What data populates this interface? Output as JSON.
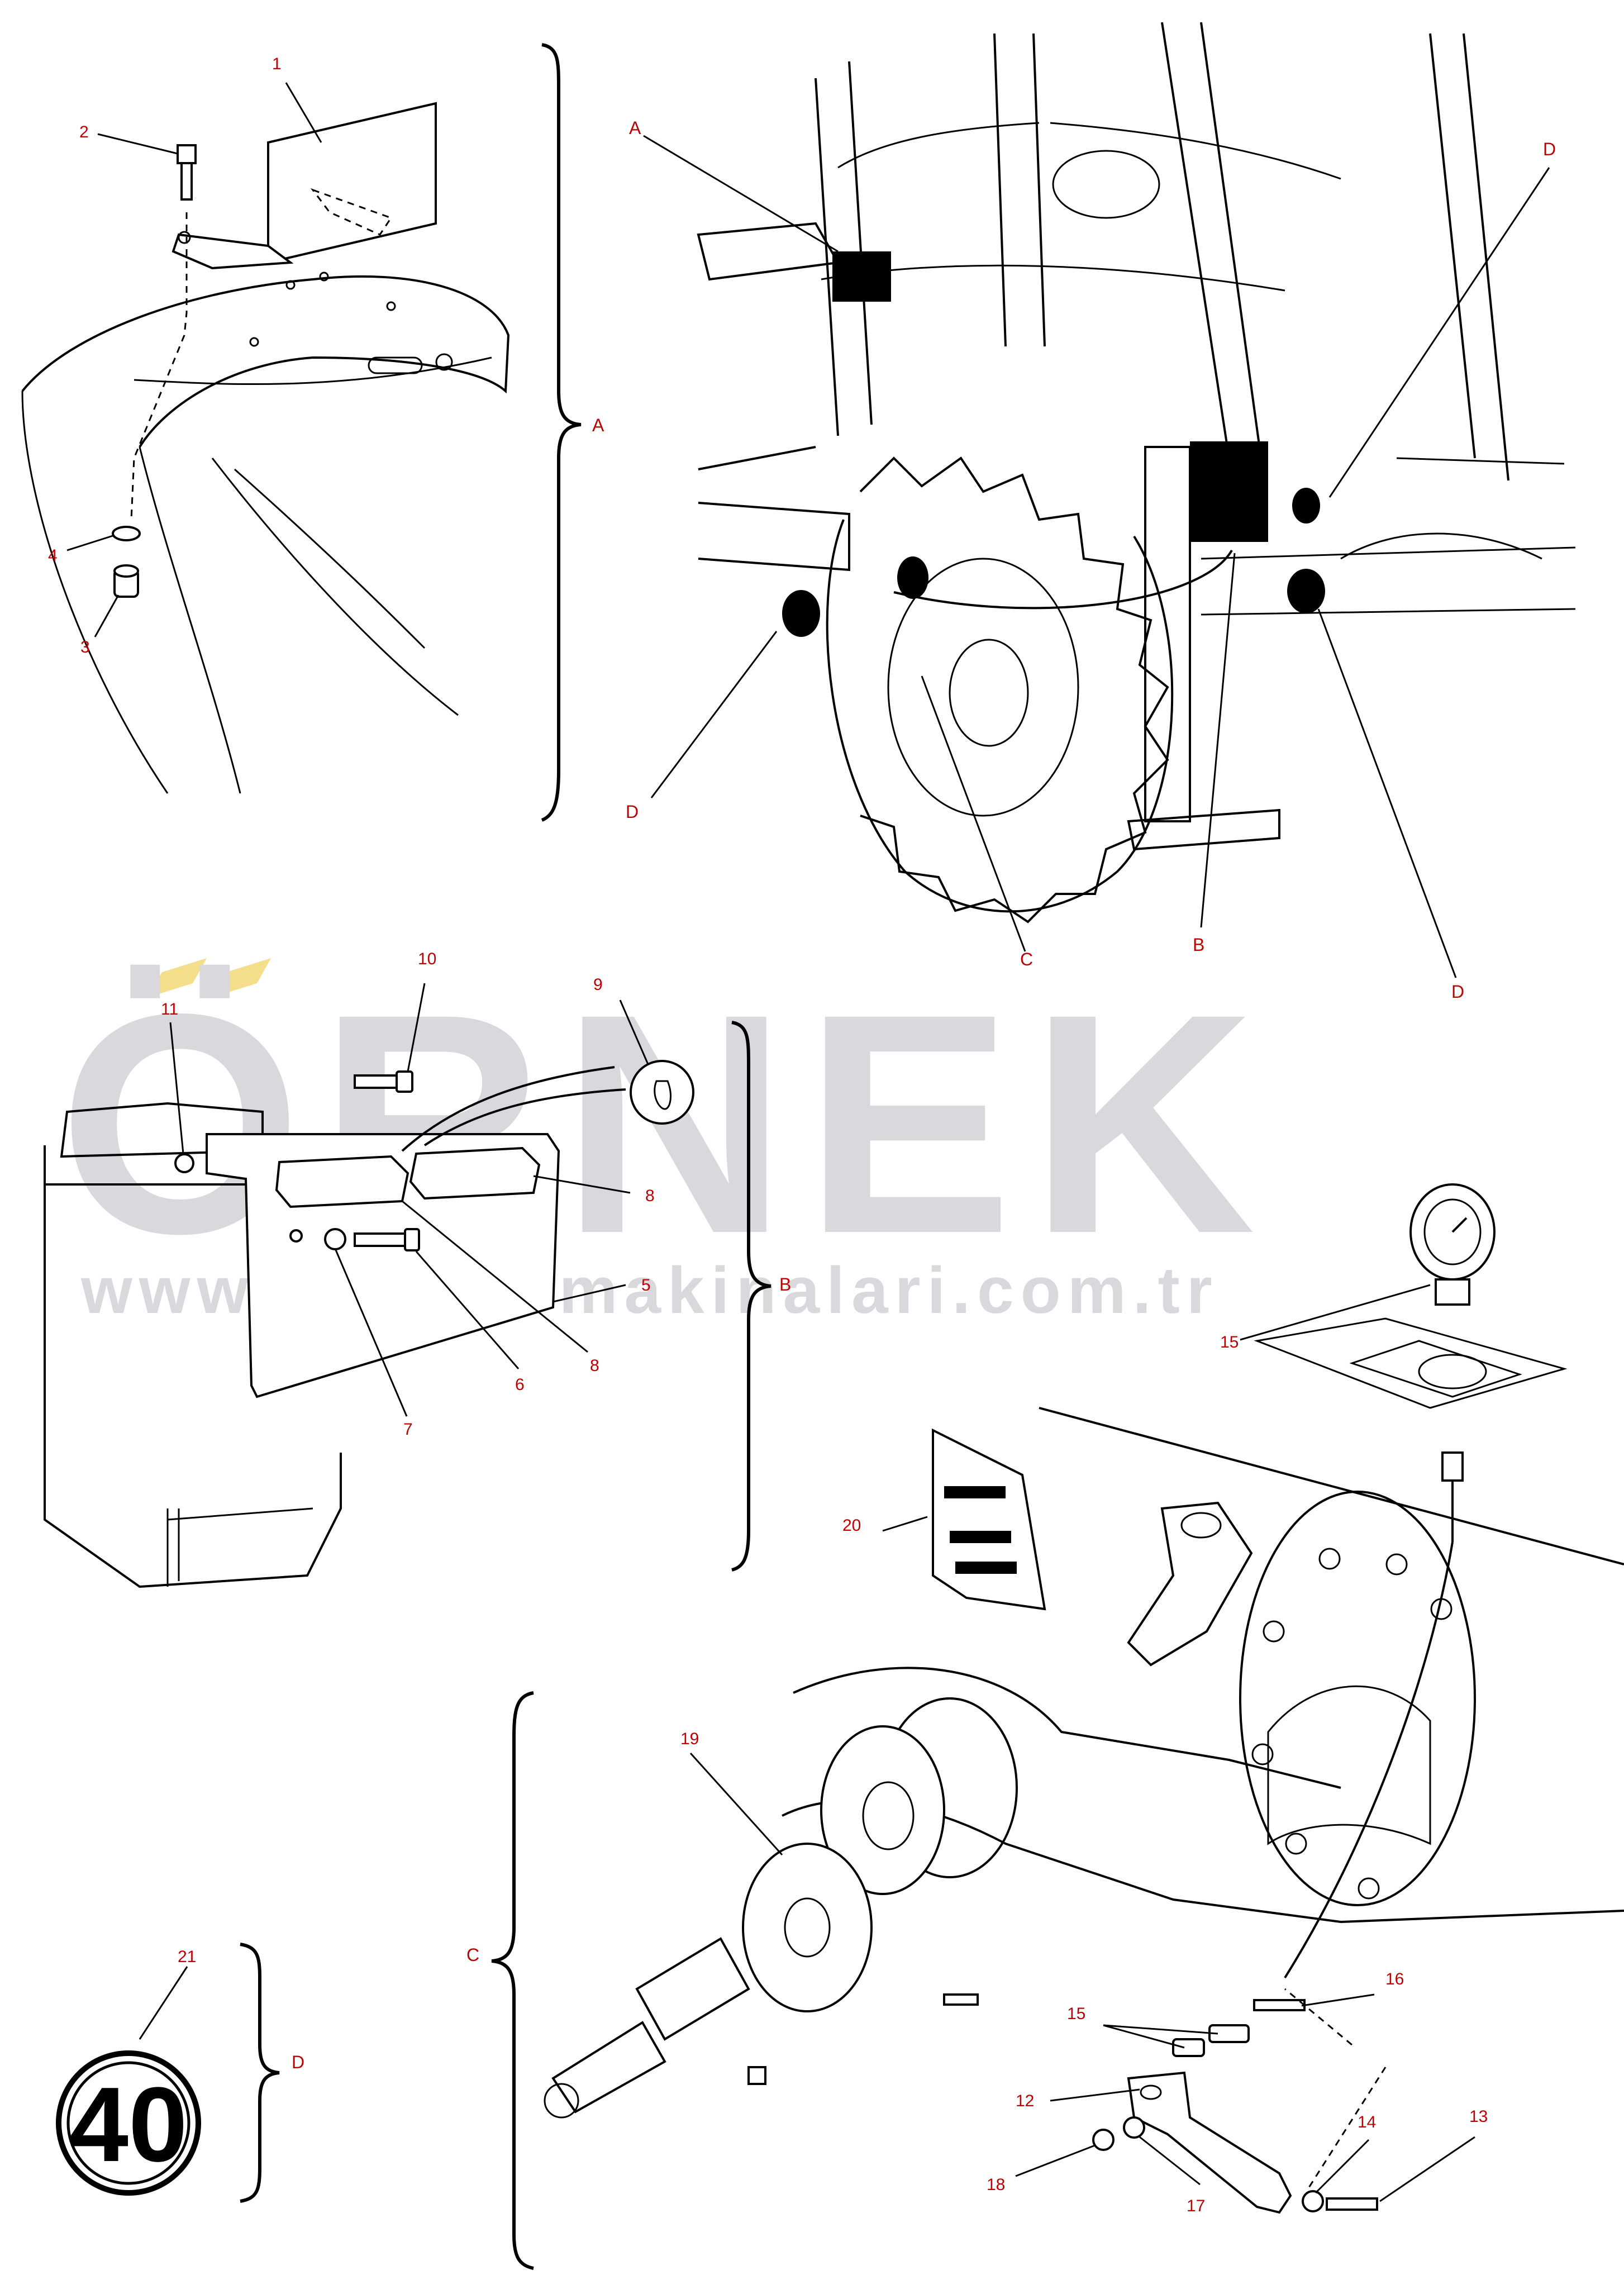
{
  "watermark": {
    "brand": "ÖRNEK",
    "url": "www.ornekismakinalari.com.tr"
  },
  "section_labels": {
    "A": "A",
    "B": "B",
    "C": "C",
    "D": "D"
  },
  "overview_labels": [
    "A",
    "D",
    "D",
    "C",
    "B",
    "D"
  ],
  "callouts": {
    "c1": "1",
    "c2": "2",
    "c3": "3",
    "c4": "4",
    "c5": "5",
    "c6": "6",
    "c7": "7",
    "c8a": "8",
    "c8b": "8",
    "c9": "9",
    "c10": "10",
    "c11": "11",
    "c12": "12",
    "c13": "13",
    "c14": "14",
    "c15a": "15",
    "c15b": "15",
    "c16": "16",
    "c17": "17",
    "c18": "18",
    "c19": "19",
    "c20": "20",
    "c21": "21"
  },
  "speed_plate": {
    "value": "40"
  }
}
